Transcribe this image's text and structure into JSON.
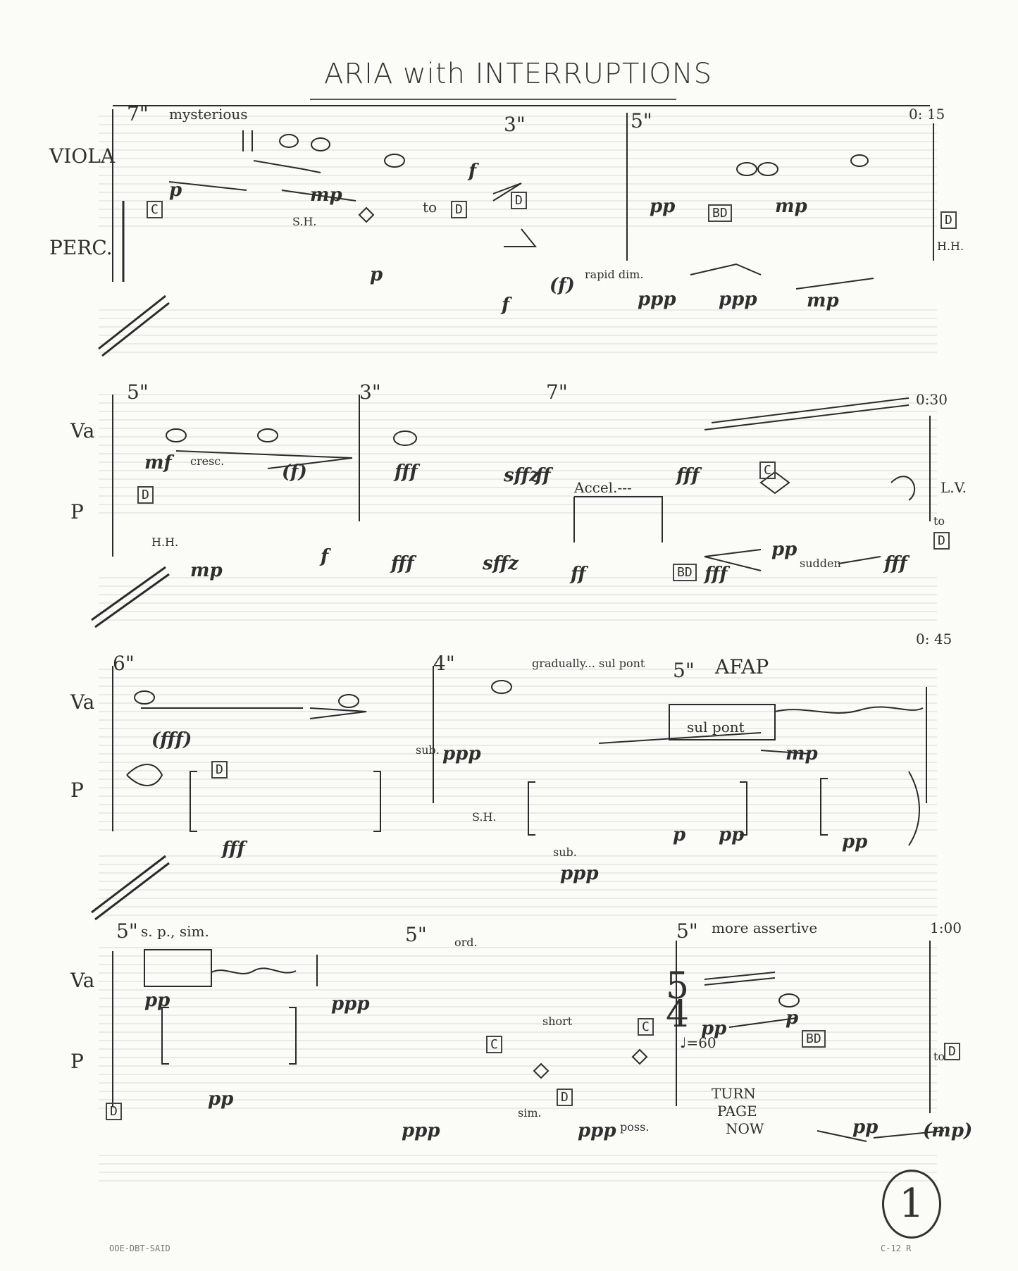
{
  "title": "ARIA with INTERRUPTIONS",
  "page_number": "1",
  "systems": [
    {
      "id": "s1",
      "time_marker": "0: 15",
      "staff_labels": {
        "top": "VIOLA",
        "bottom": "PERC."
      },
      "cue_durations": [
        "7\"",
        "3\"",
        "5\""
      ],
      "directions": [
        "mysterious",
        "S.H.",
        "to",
        "rapid dim.",
        "H.H."
      ],
      "instrument_boxes": [
        "C",
        "D",
        "D",
        "BD",
        "D"
      ],
      "dynamics": [
        "p",
        "mp",
        "f",
        "p",
        "f",
        "(f)",
        "ppp",
        "pp",
        "mp",
        "ppp",
        "mp"
      ]
    },
    {
      "id": "s2",
      "time_marker": "0:30",
      "staff_labels": {
        "top": "Va",
        "bottom": "P"
      },
      "cue_durations": [
        "5\"",
        "3\"",
        "7\""
      ],
      "directions": [
        "cresc.",
        "Accel.---",
        "L.V.",
        "sudden",
        "H.H.",
        "to"
      ],
      "instrument_boxes": [
        "D",
        "C",
        "BD",
        "D"
      ],
      "dynamics": [
        "mf",
        "(f)",
        "fff",
        "sffz",
        "ff",
        "fff",
        "mp",
        "f",
        "fff",
        "sffz",
        "ff",
        "fff",
        "pp",
        "fff"
      ]
    },
    {
      "id": "s3",
      "time_marker": "0: 45",
      "staff_labels": {
        "top": "Va",
        "bottom": "P"
      },
      "cue_durations": [
        "6\"",
        "4\"",
        "5\""
      ],
      "directions": [
        "gradually... sul pont",
        "AFAP",
        "sul pont",
        "sub.",
        "S.H.",
        "sub."
      ],
      "instrument_boxes": [
        "D"
      ],
      "dynamics": [
        "(fff)",
        "ppp",
        "mp",
        "fff",
        "ppp",
        "p",
        "pp",
        "pp"
      ]
    },
    {
      "id": "s4",
      "time_marker": "1:00",
      "staff_labels": {
        "top": "Va",
        "bottom": "P"
      },
      "cue_durations": [
        "5\"",
        "5\"",
        "5\""
      ],
      "directions": [
        "s. p., sim.",
        "ord.",
        "short",
        "sim.",
        "poss.",
        "more assertive",
        "TURN",
        "PAGE",
        "NOW",
        "to"
      ],
      "tempo": "♩=60",
      "time_signature": {
        "top": "5",
        "bottom": "4"
      },
      "instrument_boxes": [
        "D",
        "C",
        "D",
        "C",
        "BD",
        "D"
      ],
      "dynamics": [
        "pp",
        "ppp",
        "pp",
        "ppp",
        "ppp",
        "pp",
        "p",
        "pp",
        "(mp)"
      ]
    }
  ],
  "footer": {
    "left": "OOE-DBT-SAID",
    "right": "C-12 R"
  }
}
